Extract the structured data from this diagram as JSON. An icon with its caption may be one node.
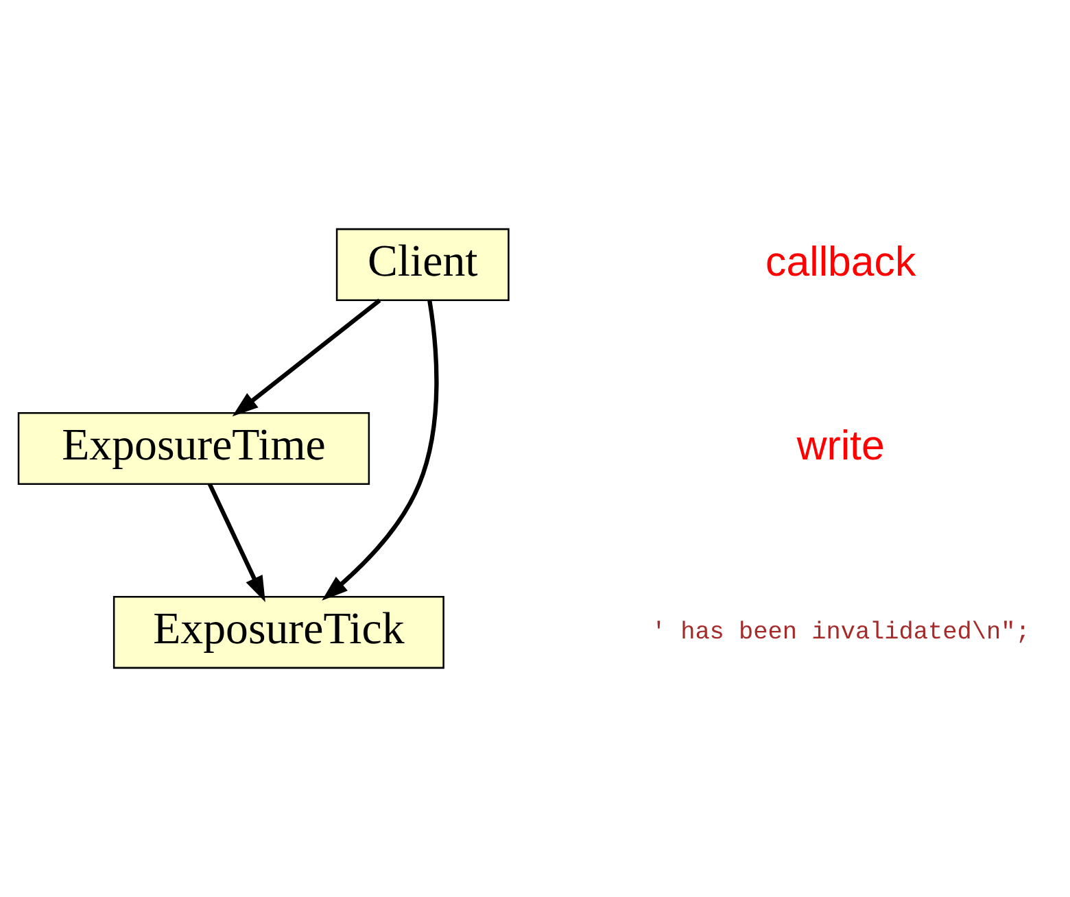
{
  "diagram": {
    "nodes": [
      {
        "text": [
          "Client"
        ]
      },
      {
        "text": [
          "ExposureTime"
        ]
      },
      {
        "text": [
          "ExposureTick"
        ]
      }
    ],
    "edges": [
      {
        "from": 0,
        "to": 1,
        "arrow": "to"
      },
      {
        "from": 1,
        "to": 2,
        "arrow": "to"
      },
      {
        "from": 0,
        "to": 2,
        "arrow": "to"
      }
    ],
    "labels": [
      "callback",
      "write",
      "' has been invalidated\\n\";"
    ]
  }
}
